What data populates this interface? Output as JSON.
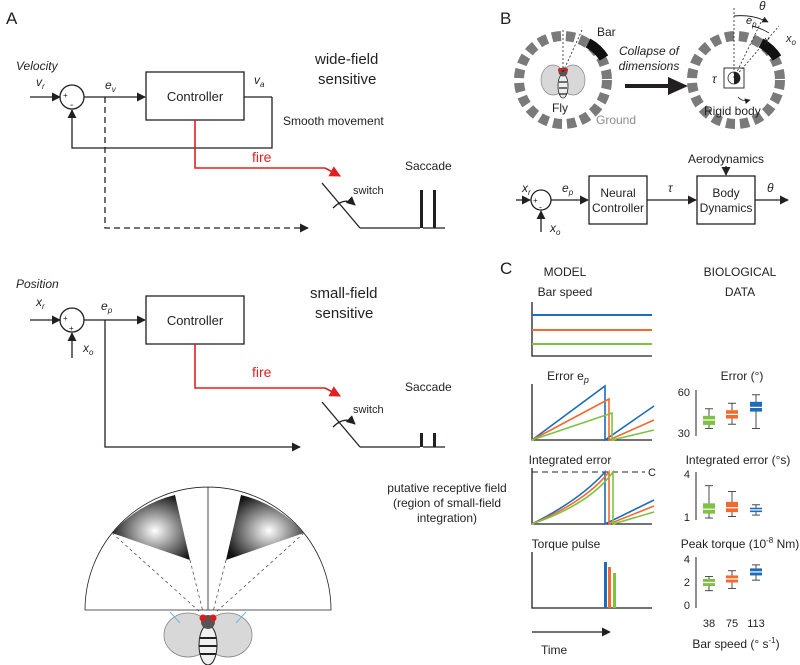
{
  "panel_labels": {
    "a": "A",
    "b": "B",
    "c": "C"
  },
  "panel_a": {
    "velocity": {
      "heading": "Velocity",
      "input_var": "v",
      "input_sub": "r",
      "error_var": "e",
      "error_sub": "v",
      "output_var": "v",
      "output_sub": "a",
      "plus": "+",
      "minus": "-",
      "controller": "Controller",
      "sensitivity": [
        "wide-field",
        "sensitive"
      ],
      "smooth": "Smooth movement",
      "fire": "fire",
      "saccade": "Saccade",
      "switch": "switch"
    },
    "position": {
      "heading": "Position",
      "input_var": "x",
      "input_sub": "r",
      "error_var": "e",
      "error_sub": "p",
      "offset_var": "x",
      "offset_sub": "o",
      "plus": "+",
      "controller": "Controller",
      "sensitivity": [
        "small-field",
        "sensitive"
      ],
      "fire": "fire",
      "saccade": "Saccade",
      "switch": "switch"
    },
    "receptive_field": [
      "putative receptive field",
      "(region of small-field",
      "integration)"
    ]
  },
  "panel_b": {
    "bar": "Bar",
    "fly": "Fly",
    "ground": "Ground",
    "collapse": [
      "Collapse of",
      "dimensions"
    ],
    "rigid_body": "Rigid body",
    "theta": "θ",
    "tau": "τ",
    "ep_var": "e",
    "ep_sub": "p",
    "x_label": "x",
    "xo_var": "x",
    "xo_sub": "o",
    "aerodynamics": "Aerodynamics",
    "neural_controller": [
      "Neural",
      "Controller"
    ],
    "body_dynamics": [
      "Body",
      "Dynamics"
    ],
    "xr_var": "x",
    "xr_sub": "r",
    "plus": "+",
    "minus": "-",
    "theta_out": "θ"
  },
  "panel_c": {
    "model_heading": "MODEL",
    "bio_heading": [
      "BIOLOGICAL",
      "DATA"
    ],
    "bar_speed_row": "Bar speed",
    "error_row": "Error e",
    "error_row_sub": "p",
    "integrated_row": "Integrated error",
    "threshold": "C",
    "torque_row": "Torque pulse",
    "time_label": "Time",
    "bio_error_title": "Error (°)",
    "bio_integrated_title": "Integrated error (°s)",
    "bio_torque_title": "Peak torque (10",
    "bio_torque_exp": "-8",
    "bio_torque_unit": " Nm)",
    "error_ticks": [
      "60",
      "30"
    ],
    "integrated_ticks": [
      "4",
      "1"
    ],
    "torque_ticks": [
      "4",
      "2",
      "0"
    ],
    "speed_ticks": [
      "38",
      "75",
      "113"
    ],
    "speed_axis": "Bar speed (° s",
    "speed_axis_exp": "-1",
    "speed_axis_close": ")"
  },
  "series_colors": {
    "slow": "#7fc241",
    "mid": "#f26a2e",
    "fast": "#1f6cb8"
  },
  "box_data": {
    "speeds": [
      38,
      75,
      113
    ],
    "error": [
      {
        "speed": 38,
        "whisker_low": 34,
        "q1": 36.5,
        "median": 40,
        "q3": 43,
        "whisker_high": 48
      },
      {
        "speed": 75,
        "whisker_low": 37,
        "q1": 41,
        "median": 44,
        "q3": 47,
        "whisker_high": 52
      },
      {
        "speed": 113,
        "whisker_low": 34,
        "q1": 46,
        "median": 49,
        "q3": 53,
        "whisker_high": 58
      }
    ],
    "integrated_error": [
      {
        "speed": 38,
        "whisker_low": 1.0,
        "q1": 1.3,
        "median": 1.6,
        "q3": 2.0,
        "whisker_high": 3.2
      },
      {
        "speed": 75,
        "whisker_low": 1.1,
        "q1": 1.4,
        "median": 1.7,
        "q3": 2.1,
        "whisker_high": 2.8
      },
      {
        "speed": 113,
        "whisker_low": 1.2,
        "q1": 1.4,
        "median": 1.55,
        "q3": 1.7,
        "whisker_high": 1.9
      }
    ],
    "peak_torque": [
      {
        "speed": 38,
        "whisker_low": 1.3,
        "q1": 1.7,
        "median": 2.0,
        "q3": 2.3,
        "whisker_high": 2.5
      },
      {
        "speed": 75,
        "whisker_low": 1.5,
        "q1": 2.0,
        "median": 2.3,
        "q3": 2.6,
        "whisker_high": 3.0
      },
      {
        "speed": 113,
        "whisker_low": 2.2,
        "q1": 2.6,
        "median": 2.9,
        "q3": 3.2,
        "whisker_high": 3.5
      }
    ]
  }
}
